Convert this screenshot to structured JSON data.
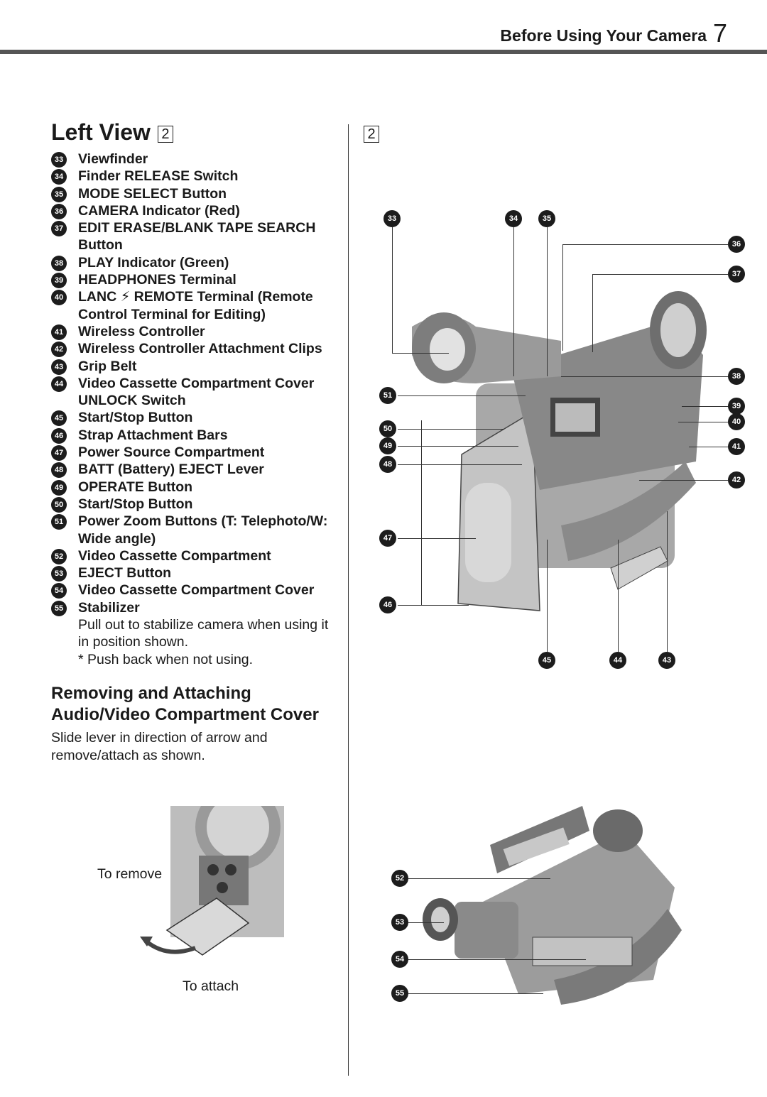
{
  "header": {
    "title": "Before Using Your Camera",
    "page_number": "7"
  },
  "left_view": {
    "title": "Left View",
    "figure_ref": "2",
    "items": [
      {
        "num": "33",
        "label": "Viewfinder"
      },
      {
        "num": "34",
        "label": "Finder RELEASE Switch"
      },
      {
        "num": "35",
        "label": "MODE SELECT Button"
      },
      {
        "num": "36",
        "label": "CAMERA Indicator (Red)"
      },
      {
        "num": "37",
        "label": "EDIT ERASE/BLANK TAPE SEARCH Button"
      },
      {
        "num": "38",
        "label": "PLAY Indicator (Green)"
      },
      {
        "num": "39",
        "label": "HEADPHONES Terminal"
      },
      {
        "num": "40",
        "label": "LANC ⚡ REMOTE Terminal (Remote Control Terminal for Editing)"
      },
      {
        "num": "41",
        "label": "Wireless Controller"
      },
      {
        "num": "42",
        "label": "Wireless Controller Attachment Clips"
      },
      {
        "num": "43",
        "label": "Grip Belt"
      },
      {
        "num": "44",
        "label": "Video Cassette Compartment Cover UNLOCK Switch"
      },
      {
        "num": "45",
        "label": "Start/Stop Button"
      },
      {
        "num": "46",
        "label": "Strap Attachment Bars"
      },
      {
        "num": "47",
        "label": "Power Source Compartment"
      },
      {
        "num": "48",
        "label": "BATT (Battery) EJECT Lever"
      },
      {
        "num": "49",
        "label": "OPERATE Button"
      },
      {
        "num": "50",
        "label": "Start/Stop Button"
      },
      {
        "num": "51",
        "label": "Power Zoom Buttons (T: Telephoto/W: Wide angle)"
      },
      {
        "num": "52",
        "label": "Video Cassette Compartment"
      },
      {
        "num": "53",
        "label": "EJECT Button"
      },
      {
        "num": "54",
        "label": "Video Cassette Compartment Cover"
      },
      {
        "num": "55",
        "label": "Stabilizer",
        "notes": [
          "Pull out to stabilize camera when using it in position shown.",
          "* Push back when not using."
        ]
      }
    ]
  },
  "removing": {
    "title_line1": "Removing and Attaching",
    "title_line2": "Audio/Video Compartment Cover",
    "body": "Slide lever in direction of arrow and remove/attach as shown.",
    "label_remove": "To remove",
    "label_attach": "To attach"
  },
  "callouts": {
    "c33": "33",
    "c34": "34",
    "c35": "35",
    "c36": "36",
    "c37": "37",
    "c38": "38",
    "c39": "39",
    "c40": "40",
    "c41": "41",
    "c42": "42",
    "c43": "43",
    "c44": "44",
    "c45": "45",
    "c46": "46",
    "c47": "47",
    "c48": "48",
    "c49": "49",
    "c50": "50",
    "c51": "51",
    "c52": "52",
    "c53": "53",
    "c54": "54",
    "c55": "55"
  }
}
